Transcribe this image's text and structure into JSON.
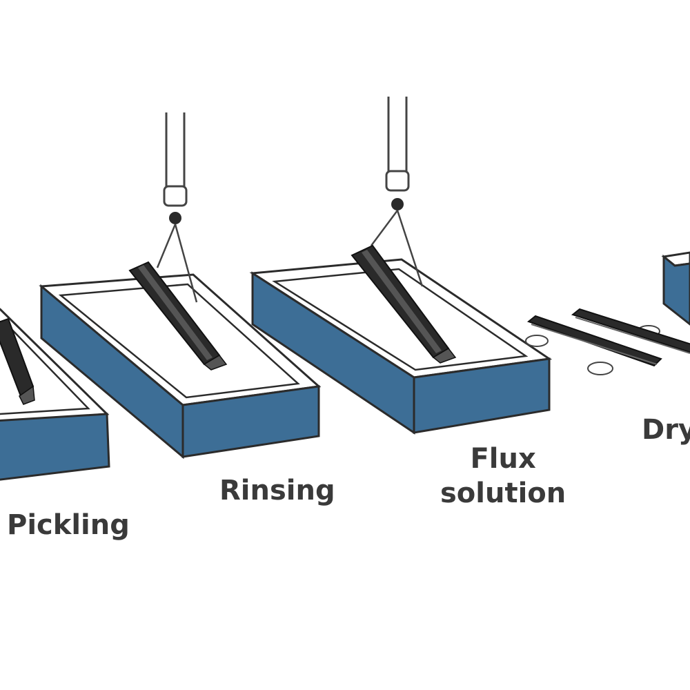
{
  "diagram": {
    "stages": [
      {
        "id": "pickling",
        "label": "Pickling"
      },
      {
        "id": "rinsing",
        "label": "Rinsing"
      },
      {
        "id": "flux",
        "label_lines": [
          "Flux",
          "solution"
        ]
      },
      {
        "id": "drying",
        "label": "Dry"
      }
    ],
    "colors": {
      "tank_side": "#3d6e96",
      "tank_outline": "#2b2b2b",
      "tank_top": "#ffffff",
      "beam": "#2a2a2a",
      "beam_highlight": "#555555",
      "hoist": "#444444",
      "label_text": "#3a3a3a"
    },
    "icons": [
      "tank-icon",
      "steel-beam-icon",
      "hoist-hook-icon"
    ]
  }
}
